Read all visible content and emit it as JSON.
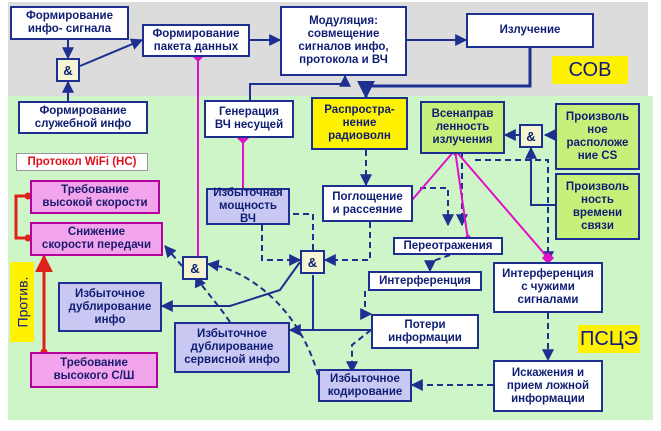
{
  "zones": {
    "sov_label": "СОВ",
    "pscez_label": "ПСЦЭ",
    "protiv_label": "Против.",
    "wifi_protocol_label": "Протокол WiFi (НС)"
  },
  "nodes": {
    "formation_info_signal": "Формирование\nинфо- сигнала",
    "formation_data_packet": "Формирование\nпакета данных",
    "modulation": "Модуляция:\nсовмещение\nсигналов инфо,\nпротокола и ВЧ",
    "radiation": "Излучение",
    "and_top": "&",
    "formation_service_info": "Формирование\nслужебной инфо",
    "rf_carrier_generation": "Генерация\nВЧ несущей",
    "radio_propagation": "Распростра-\nнение\nрадиоволн",
    "omnidirectional_radiation": "Всенаправ\nленность\nизлучения",
    "arbitrary_location_cs": "Произволь\nное\nрасположе\nние CS",
    "and_right": "&",
    "arbitrary_comm_time": "Произволь\nность\nвремени\nсвязи",
    "high_speed_requirement": "Требование\nвысокой скорости",
    "reduced_transfer_speed": "Снижение\nскорости передачи",
    "excess_rf_power": "Избыточная\nмощность ВЧ",
    "absorption_scattering": "Поглощение\nи рассеяние",
    "reflections": "Переотражения",
    "and_mid_left": "&",
    "and_mid": "&",
    "interference": "Интерференция",
    "interference_foreign": "Интерференция\nс чужими\nсигналами",
    "excess_info_duplication": "Избыточное\nдублирование\nинфо",
    "excess_service_duplication": "Избыточное\nдублирование\nсервисной инфо",
    "info_loss": "Потери\nинформации",
    "high_snr_requirement": "Требование\nвысокого С/Ш",
    "excess_coding": "Избыточное\nкодирование",
    "distortion_false_reception": "Искажения и\nприем ложной\nинформации"
  }
}
